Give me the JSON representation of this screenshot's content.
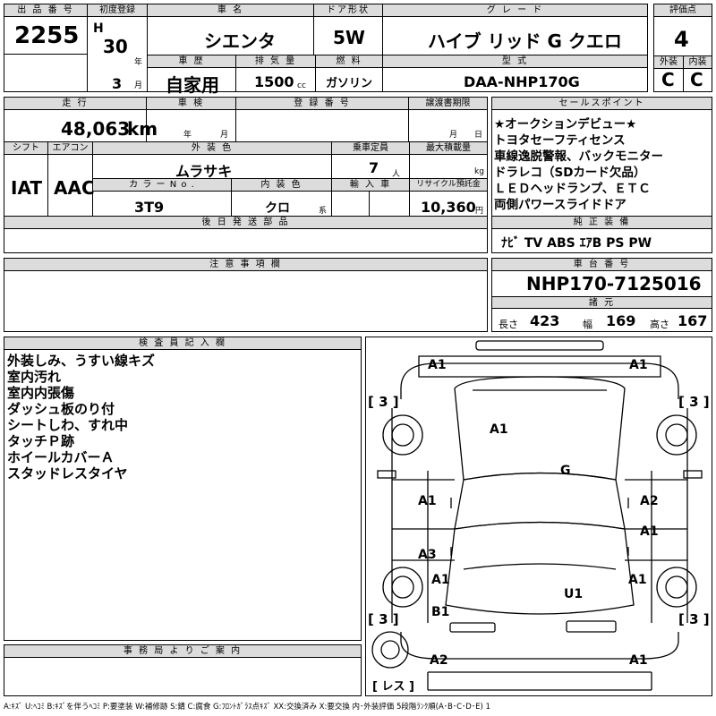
{
  "lot": {
    "label": "出 品 番 号",
    "value": "2255"
  },
  "first_reg": {
    "label": "初度登録",
    "era": "H",
    "year": "30",
    "year_unit": "年",
    "month": "3",
    "month_unit": "月"
  },
  "car_name": {
    "label": "車 名",
    "value": "シエンタ"
  },
  "door": {
    "label": "ドア形状",
    "value": "5W"
  },
  "grade": {
    "label": "グ レ ー ド",
    "value": "ハイブ リッド G クエロ"
  },
  "score": {
    "label": "評価点",
    "value": "4"
  },
  "history": {
    "label": "車 歴",
    "value": "自家用"
  },
  "displacement": {
    "label": "排 気 量",
    "value": "1500",
    "unit": "cc"
  },
  "fuel": {
    "label": "燃 料",
    "value": "ガソリン"
  },
  "model_code": {
    "label": "型 式",
    "value": "DAA-NHP170G"
  },
  "ext_grade": {
    "label": "外装",
    "value": "C"
  },
  "int_grade": {
    "label": "内装",
    "value": "C"
  },
  "mileage": {
    "label": "走 行",
    "value": "48,063",
    "unit": "km"
  },
  "inspection": {
    "label": "車 検",
    "year_unit": "年",
    "month_unit": "月"
  },
  "registration": {
    "label": "登 録 番 号"
  },
  "transfer_deadline": {
    "label": "譲渡書期限",
    "month_unit": "月",
    "day_unit": "日"
  },
  "shift": {
    "label": "シフト",
    "value": "IAT"
  },
  "aircon": {
    "label": "エアコン",
    "value": "AAC"
  },
  "ext_color": {
    "label": "外 装 色",
    "value": "ムラサキ"
  },
  "capacity": {
    "label": "乗車定員",
    "value": "7",
    "unit": "人"
  },
  "max_load": {
    "label": "最大積載量",
    "unit": "kg"
  },
  "color_no": {
    "label": "カ ラ ー N o .",
    "value": "3T9"
  },
  "int_color": {
    "label": "内 装 色",
    "value": "クロ",
    "unit": "系"
  },
  "import": {
    "label": "輸 入 車"
  },
  "recycle": {
    "label": "リサイクル預託金",
    "value": "10,360",
    "unit": "円"
  },
  "later_parts": {
    "label": "後 日 発 送 部 品"
  },
  "sales_points": {
    "label": "セールスポイント",
    "items": [
      "★オークションデビュー★",
      "トヨタセーフティセンス",
      "車線逸脱警報、バックモニター",
      "ドラレコ（SDカード欠品）",
      "ＬＥＤヘッドランプ、ＥＴＣ",
      "両側パワースライドドア"
    ]
  },
  "equipment": {
    "label": "純 正 装 備",
    "value": "ﾅﾋﾞ  TV  ABS ｴｱB PS PW"
  },
  "cautions": {
    "label": "注 意 事 項 欄"
  },
  "chassis": {
    "label": "車 台 番 号",
    "value": "NHP170-7125016"
  },
  "dimensions": {
    "label": "諸 元",
    "length_label": "長さ",
    "length": "423",
    "width_label": "幅",
    "width": "169",
    "height_label": "高さ",
    "height": "167"
  },
  "inspector": {
    "label": "検 査 員 記 入 欄",
    "items": [
      "外装しみ、うすい線キズ",
      "室内汚れ",
      "室内内張傷",
      "ダッシュ板のり付",
      "シートしわ、すれ中",
      "タッチＰ跡",
      "ホイールカバーＡ",
      "スタッドレスタイヤ"
    ]
  },
  "office": {
    "label": "事 務 局 よ り ご 案 内"
  },
  "diagram": {
    "damage": {
      "front_left": "A1",
      "front_right": "A1",
      "hood": "A1",
      "windshield": "G",
      "left_front_door": "A1",
      "right_front_door": "A2",
      "left_rear_door": "A3",
      "right_rear_door": "A1",
      "left_quarter": "A1",
      "right_quarter": "A1",
      "roof_rear": "U1",
      "left_rear_side": "B1",
      "rear_left": "A2",
      "rear_right": "A1"
    },
    "tires": {
      "front_left": "[ 3 ]",
      "front_right": "[ 3 ]",
      "rear_left": "[ 3 ]",
      "rear_right": "[ 3 ]",
      "spare": "[ レス ]"
    }
  },
  "legend": "A:ｷｽﾞ  U:ﾍｺﾐ  B:ｷｽﾞを伴うﾍｺﾐ  P:要塗装  W:補修跡  S:錆  C:腐食  G:ﾌﾛﾝﾄｶﾞﾗｽ点ｷｽﾞ  XX:交換済み  X:要交換   内･外装評価  5段階ﾗﾝｸ順(A･B･C･D･E) 1"
}
